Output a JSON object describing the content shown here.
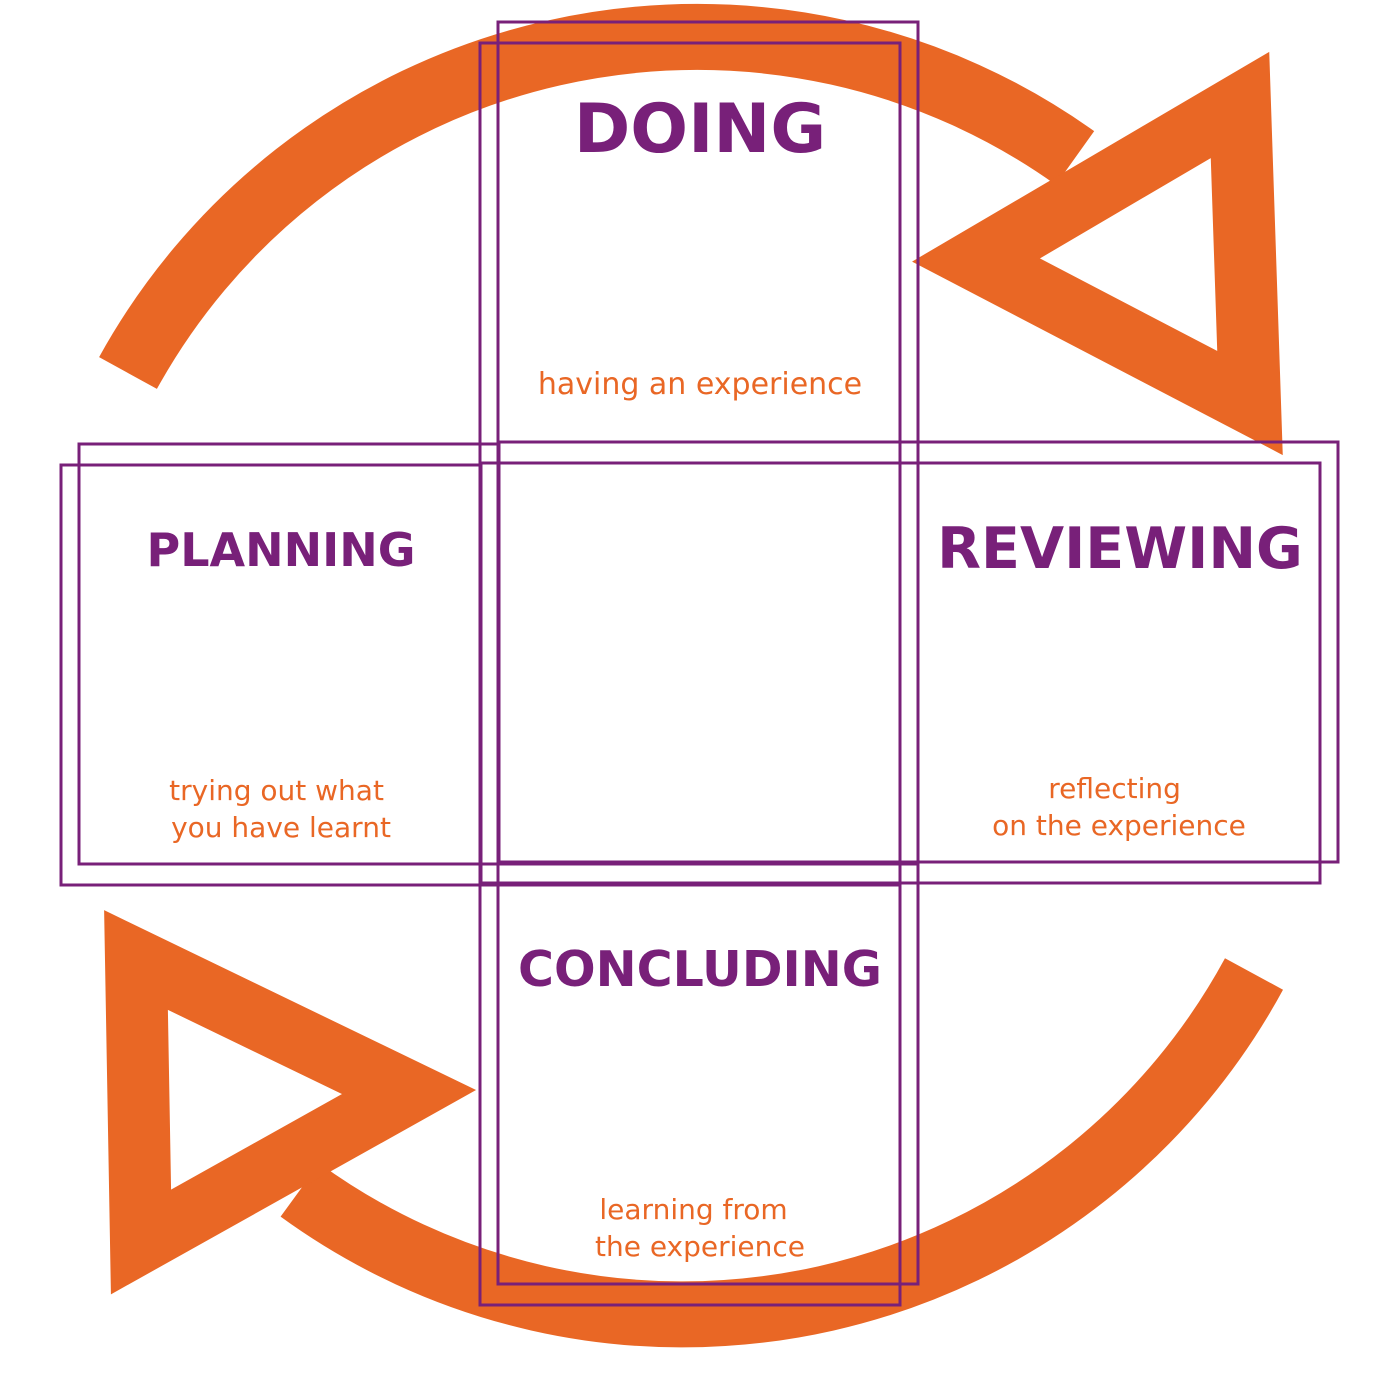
{
  "colors": {
    "arrow": "#E96725",
    "frame": "#782079",
    "title": "#782079",
    "description": "#E96725",
    "background": "#FFFFFF"
  },
  "stages": {
    "doing": {
      "title": "DOING",
      "description_lines": [
        "having an experience"
      ]
    },
    "reviewing": {
      "title": "REVIEWING",
      "description_lines": [
        "reflecting",
        "on the experience"
      ]
    },
    "concluding": {
      "title": "CONCLUDING",
      "description_lines": [
        "learning from",
        "the experience"
      ]
    },
    "planning": {
      "title": "PLANNING",
      "description_lines": [
        "trying out what",
        "you have learnt"
      ]
    }
  },
  "cycle": {
    "arrows": [
      "cycle-arrow-top-right",
      "cycle-arrow-bottom-left"
    ]
  }
}
